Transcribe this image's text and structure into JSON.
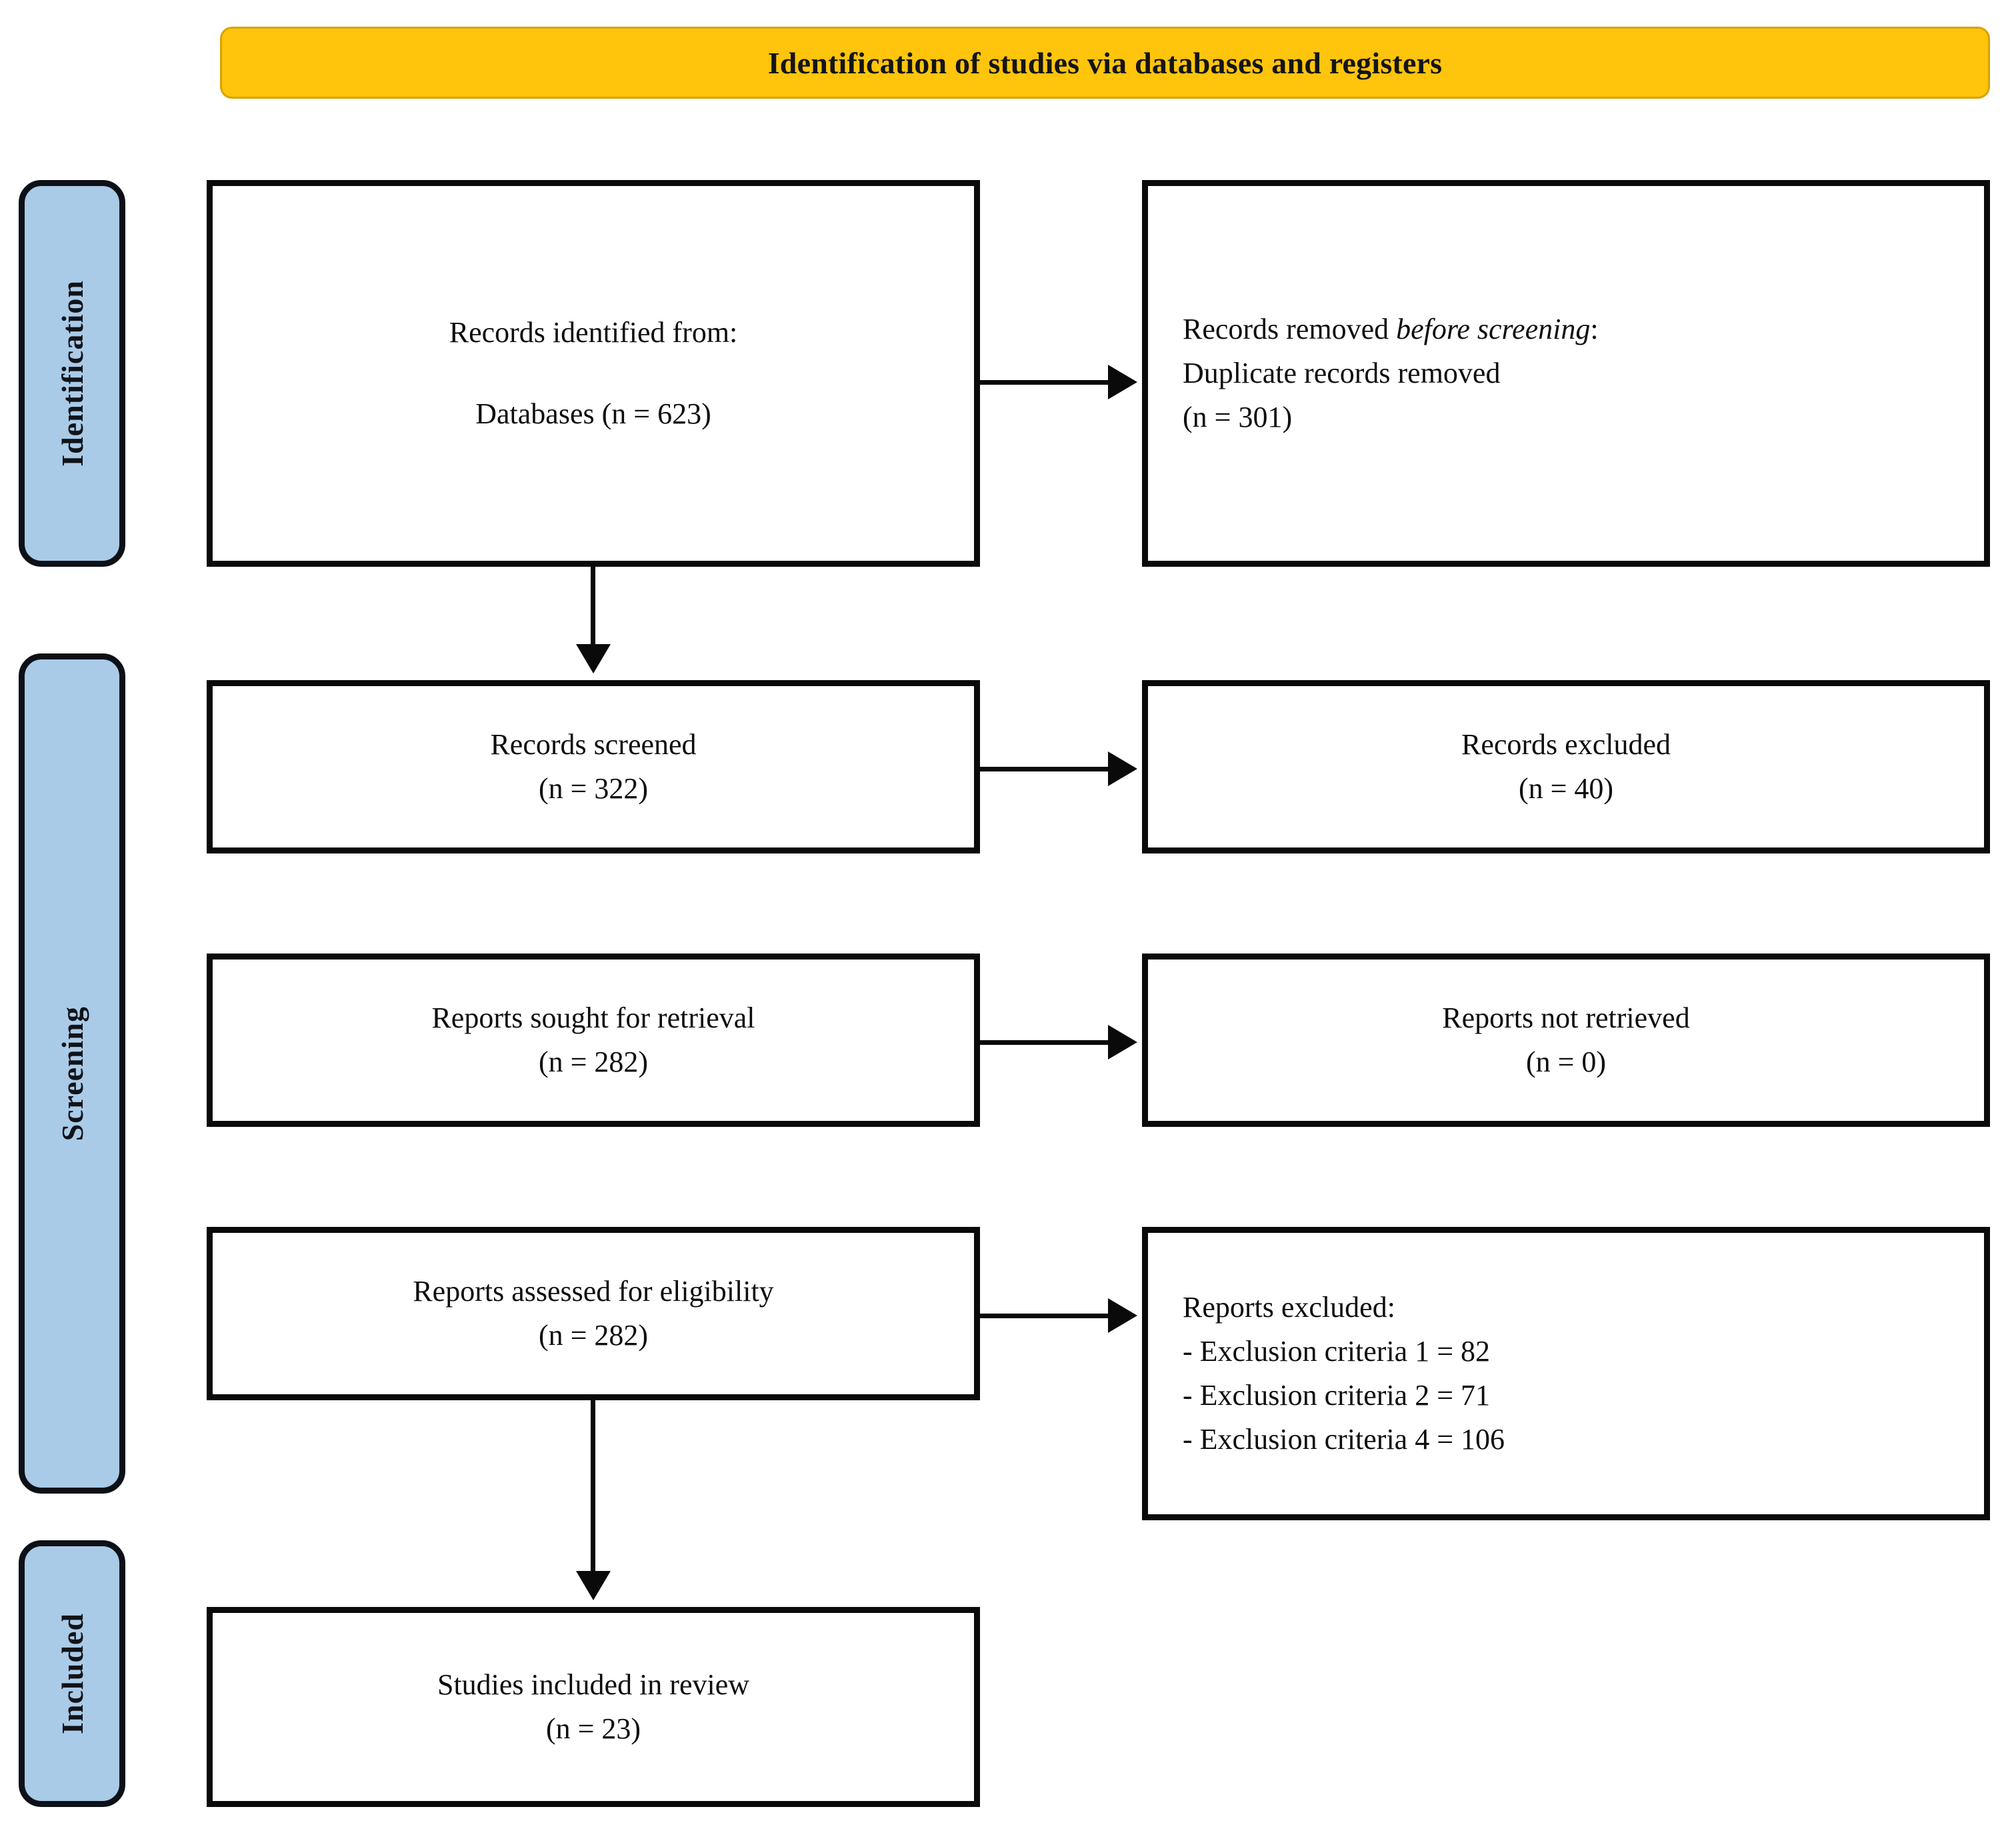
{
  "banner": {
    "title": "Identification of studies via databases and registers"
  },
  "stage_labels": {
    "identification": "Identification",
    "screening": "Screening",
    "included": "Included"
  },
  "colors": {
    "banner_background": "#FFC40C",
    "banner_border": "#d8a200",
    "stage_label_background": "#A9CBE8",
    "box_border": "#0a0a0a",
    "text": "#0e0e0e"
  },
  "nodes": {
    "records_identified": {
      "line1": "Records identified from:",
      "line2": "Databases (n = 623)"
    },
    "records_removed": {
      "line1_prefix": "Records removed ",
      "line1_italic": "before screening",
      "line1_suffix": ":",
      "line2": "Duplicate records removed",
      "line3": "(n = 301)"
    },
    "records_screened": {
      "line1": "Records screened",
      "line2": "(n = 322)"
    },
    "records_excluded": {
      "line1": "Records excluded",
      "line2": "(n = 40)"
    },
    "reports_sought": {
      "line1": "Reports sought for retrieval",
      "line2": "(n = 282)"
    },
    "reports_not_retrieved": {
      "line1": "Reports not retrieved",
      "line2": "(n = 0)"
    },
    "reports_assessed": {
      "line1": "Reports assessed  for eligibility",
      "line2": "(n = 282)"
    },
    "reports_excluded": {
      "heading": "Reports excluded:",
      "items": [
        "- Exclusion criteria 1 = 82",
        "- Exclusion criteria 2 = 71",
        "- Exclusion criteria 4 = 106"
      ]
    },
    "studies_included": {
      "line1": "Studies included in review",
      "line2": "(n = 23)"
    }
  },
  "flow_data": {
    "type": "prisma-flow-diagram",
    "counts": {
      "databases_identified": 623,
      "duplicates_removed": 301,
      "records_screened": 322,
      "records_excluded": 40,
      "reports_sought": 282,
      "reports_not_retrieved": 0,
      "reports_assessed": 282,
      "exclusion_criteria_1": 82,
      "exclusion_criteria_2": 71,
      "exclusion_criteria_4": 106,
      "studies_included": 23
    }
  }
}
